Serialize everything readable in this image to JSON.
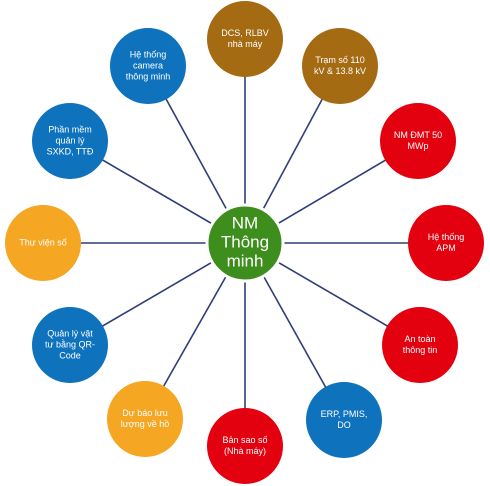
{
  "hub": {
    "label_lines": [
      "NM",
      "Thông",
      "minh"
    ],
    "color": "#3e8e1e",
    "border_color": "#ffffff"
  },
  "connector_color": "#2f3e79",
  "nodes": [
    {
      "id": "dcs-rlbv",
      "label_lines": [
        "DCS, RLBV",
        "nhà máy"
      ],
      "color": "#a46b12"
    },
    {
      "id": "tram-so",
      "label_lines": [
        "Trạm số 110",
        "kV & 13.8 kV"
      ],
      "color": "#a46b12"
    },
    {
      "id": "nm-dmt",
      "label_lines": [
        "NM ĐMT 50",
        "MWp"
      ],
      "color": "#e3000f"
    },
    {
      "id": "he-thong-apm",
      "label_lines": [
        "Hệ thống",
        "APM"
      ],
      "color": "#e3000f"
    },
    {
      "id": "an-toan-thong-tin",
      "label_lines": [
        "An toàn",
        "thông tin"
      ],
      "color": "#e3000f"
    },
    {
      "id": "erp-pmis-do",
      "label_lines": [
        "ERP, PMIS,",
        "DO"
      ],
      "color": "#0e72bd"
    },
    {
      "id": "ban-sao-so",
      "label_lines": [
        "Bản sao số",
        "(Nhà máy)"
      ],
      "color": "#e3000f"
    },
    {
      "id": "du-bao-luu-luong",
      "label_lines": [
        "Dự báo lưu",
        "lượng về hồ"
      ],
      "color": "#f5a623"
    },
    {
      "id": "quan-ly-vat-tu",
      "label_lines": [
        "Quản lý vật",
        "tư bằng QR-",
        "Code"
      ],
      "color": "#0e72bd"
    },
    {
      "id": "thu-vien-so",
      "label_lines": [
        "Thư viện số"
      ],
      "color": "#f5a623"
    },
    {
      "id": "phan-mem-sxkd",
      "label_lines": [
        "Phần mềm",
        "quản lý",
        "SXKD, TTĐ"
      ],
      "color": "#0e72bd"
    },
    {
      "id": "he-thong-camera",
      "label_lines": [
        "Hệ thống",
        "camera",
        "thông minh"
      ],
      "color": "#0e72bd"
    }
  ]
}
